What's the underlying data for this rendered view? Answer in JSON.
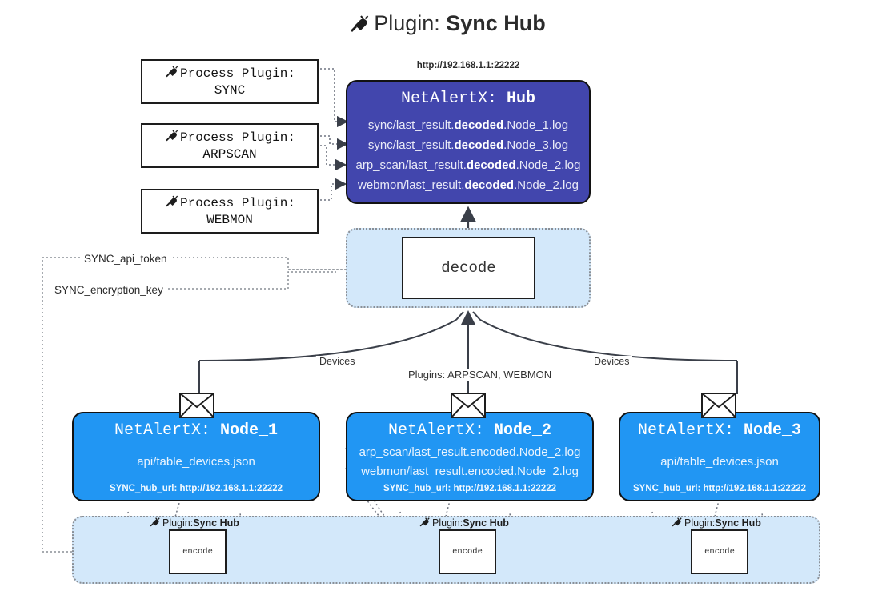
{
  "title": {
    "icon": "plug-icon",
    "prefix": "Plugin: ",
    "name": "Sync Hub"
  },
  "process_plugins": [
    {
      "icon": "plug-icon",
      "heading": "Process Plugin:",
      "name": "SYNC"
    },
    {
      "icon": "plug-icon",
      "heading": "Process Plugin:",
      "name": "ARPSCAN"
    },
    {
      "icon": "plug-icon",
      "heading": "Process Plugin:",
      "name": "WEBMON"
    }
  ],
  "hub": {
    "url": "http://192.168.1.1:22222",
    "app": "NetAlertX:",
    "role": "Hub",
    "color": "#4246ad",
    "logs": [
      {
        "pre": "sync/last_result.",
        "em": "decoded",
        "post": ".Node_1.log"
      },
      {
        "pre": "sync/last_result.",
        "em": "decoded",
        "post": ".Node_3.log"
      },
      {
        "pre": "arp_scan/last_result.",
        "em": "decoded",
        "post": ".Node_2.log"
      },
      {
        "pre": "webmon/last_result.",
        "em": "decoded",
        "post": ".Node_2.log"
      }
    ]
  },
  "decode": {
    "label": "decode",
    "container_color": "#d3e8fa"
  },
  "tokens": [
    {
      "label": "SYNC_api_token"
    },
    {
      "label": "SYNC_encryption_key"
    }
  ],
  "edge_labels": {
    "devices_left": "Devices",
    "devices_right": "Devices",
    "plugins": "Plugins: ARPSCAN, WEBMON"
  },
  "nodes": [
    {
      "app": "NetAlertX:",
      "name": "Node_1",
      "color": "#2196f3",
      "icon": "envelope-icon",
      "lines": [
        "api/table_devices.json"
      ],
      "footer": "SYNC_hub_url: http://192.168.1.1:22222"
    },
    {
      "app": "NetAlertX:",
      "name": "Node_2",
      "color": "#2196f3",
      "icon": "envelope-icon",
      "lines": [
        "arp_scan/last_result.encoded.Node_2.log",
        "webmon/last_result.encoded.Node_2.log"
      ],
      "footer": "SYNC_hub_url: http://192.168.1.1:22222"
    },
    {
      "app": "NetAlertX:",
      "name": "Node_3",
      "color": "#2196f3",
      "icon": "envelope-icon",
      "lines": [
        "api/table_devices.json"
      ],
      "footer": "SYNC_hub_url: http://192.168.1.1:22222"
    }
  ],
  "encoders": [
    {
      "icon": "plug-icon",
      "prefix": "Plugin: ",
      "name": "Sync Hub",
      "box_label": "encode"
    },
    {
      "icon": "plug-icon",
      "prefix": "Plugin: ",
      "name": "Sync Hub",
      "box_label": "encode"
    },
    {
      "icon": "plug-icon",
      "prefix": "Plugin: ",
      "name": "Sync Hub",
      "box_label": "encode"
    }
  ]
}
